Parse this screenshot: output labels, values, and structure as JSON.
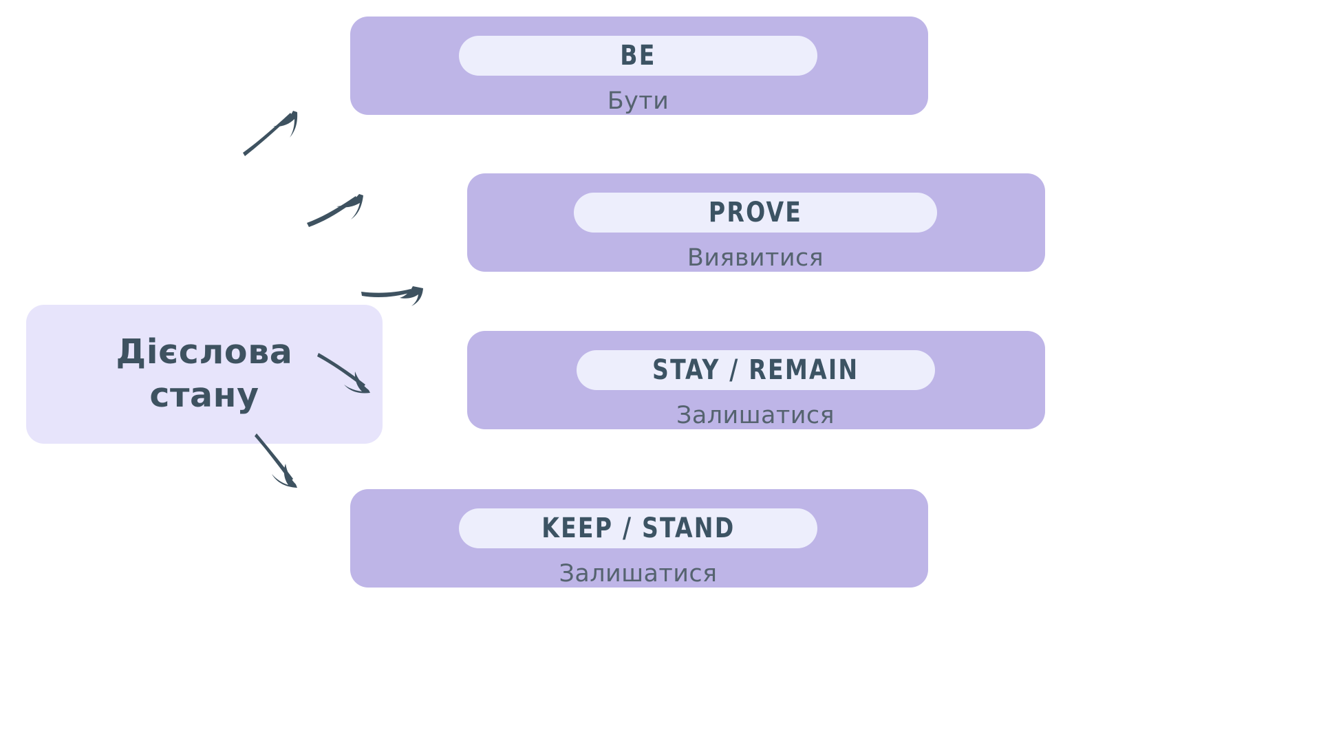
{
  "diagram": {
    "root": {
      "label": "Дієслова\nстану"
    },
    "branches": [
      {
        "term": "BE",
        "translation": "Бути",
        "arrow_name": "arrow-to-be"
      },
      {
        "term": "PROVE",
        "translation": "Виявитися",
        "arrow_name": "arrow-to-prove"
      },
      {
        "term": "STAY / REMAIN",
        "translation": "Залишатися",
        "arrow_name": "arrow-to-stay"
      },
      {
        "term": "KEEP / STAND",
        "translation": "Залишатися",
        "arrow_name": "arrow-to-keep"
      }
    ],
    "colors": {
      "background": "#FFFFFF",
      "root_fill": "#E7E4FB",
      "card_fill": "#BEB5E7",
      "pill_fill": "#EDEEFC",
      "term_text": "#3C5363",
      "translation_text": "#55636F",
      "root_text": "#3E5260",
      "arrow": "#3E5260"
    }
  }
}
